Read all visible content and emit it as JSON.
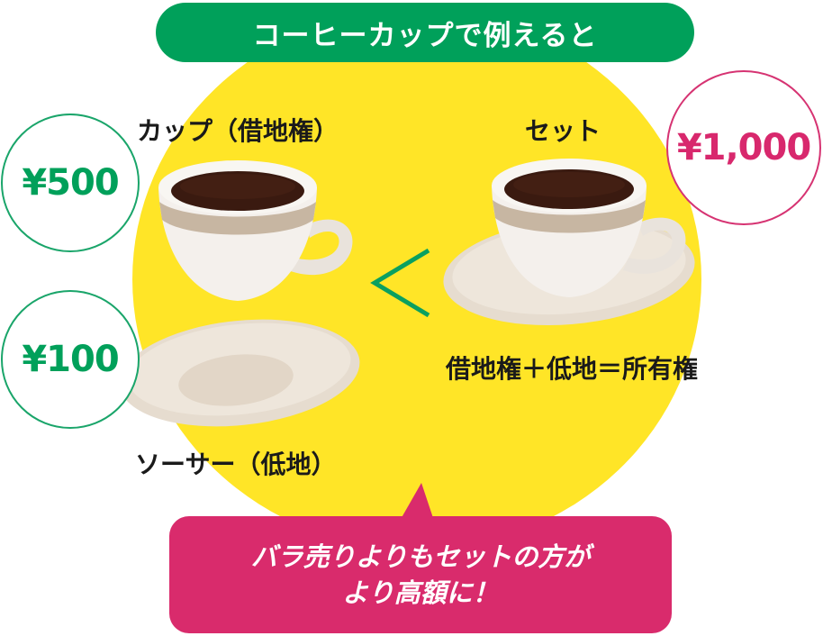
{
  "title": "コーヒーカップで例えると",
  "left": {
    "cup_label": "カップ（借地権）",
    "saucer_label": "ソーサー（低地）",
    "cup_price": "¥500",
    "saucer_price": "¥100"
  },
  "comparison_symbol": "<",
  "right": {
    "set_label": "セット",
    "set_price": "¥1,000",
    "equation": "借地権＋低地＝所有権"
  },
  "callout": {
    "line1": "バラ売りよりもセットの方が",
    "line2": "より高額に！"
  },
  "colors": {
    "background_circle": "#ffe527",
    "green": "#00a05a",
    "pink": "#d92b6c",
    "coffee": "#3a1a10",
    "cup": "#f4f0ec",
    "saucer": "#e6dccf"
  }
}
